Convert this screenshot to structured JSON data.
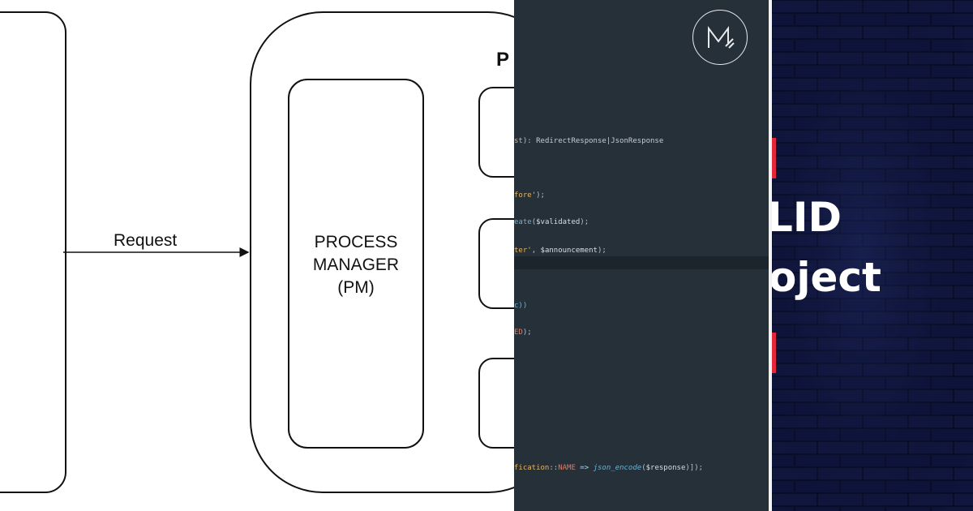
{
  "diagram": {
    "arrow_label": "Request",
    "process_manager_label": [
      "PROCESS",
      "MANAGER",
      "(PM)"
    ],
    "cropped_letter": "P"
  },
  "code": {
    "logo_icon": "m-monogram-logo",
    "lines": [
      [
        {
          "t": "st",
          "c": "tok-str"
        },
        {
          "t": "): ",
          "c": "tok-punc"
        },
        {
          "t": "RedirectResponse|JsonResponse",
          "c": "tok-type"
        }
      ],
      [
        {
          "t": "fore",
          "c": "tok-str"
        },
        {
          "t": "');",
          "c": "tok-punc"
        }
      ],
      [
        {
          "t": "eate",
          "c": "tok-fn"
        },
        {
          "t": "(",
          "c": "tok-punc"
        },
        {
          "t": "$validated",
          "c": "tok-var"
        },
        {
          "t": ");",
          "c": "tok-punc"
        }
      ],
      [
        {
          "t": "ter'",
          "c": "tok-str"
        },
        {
          "t": ", ",
          "c": "tok-punc"
        },
        {
          "t": "$announcement",
          "c": "tok-var"
        },
        {
          "t": ");",
          "c": "tok-punc"
        }
      ],
      [
        {
          "t": "c))",
          "c": "tok-fn"
        }
      ],
      [
        {
          "t": "ED",
          "c": "tok-const"
        },
        {
          "t": ");",
          "c": "tok-punc"
        }
      ],
      [
        {
          "t": "fication",
          "c": "tok-str"
        },
        {
          "t": "::",
          "c": "tok-punc"
        },
        {
          "t": "NAME",
          "c": "tok-const"
        },
        {
          "t": " => ",
          "c": "tok-op"
        },
        {
          "t": "json_encode",
          "c": "tok-it"
        },
        {
          "t": "(",
          "c": "tok-punc"
        },
        {
          "t": "$response",
          "c": "tok-var"
        },
        {
          "t": ")]);",
          "c": "tok-punc"
        }
      ]
    ]
  },
  "brick": {
    "title_line1": "LID",
    "title_line2": "oject",
    "accent_color": "#e3263a"
  }
}
